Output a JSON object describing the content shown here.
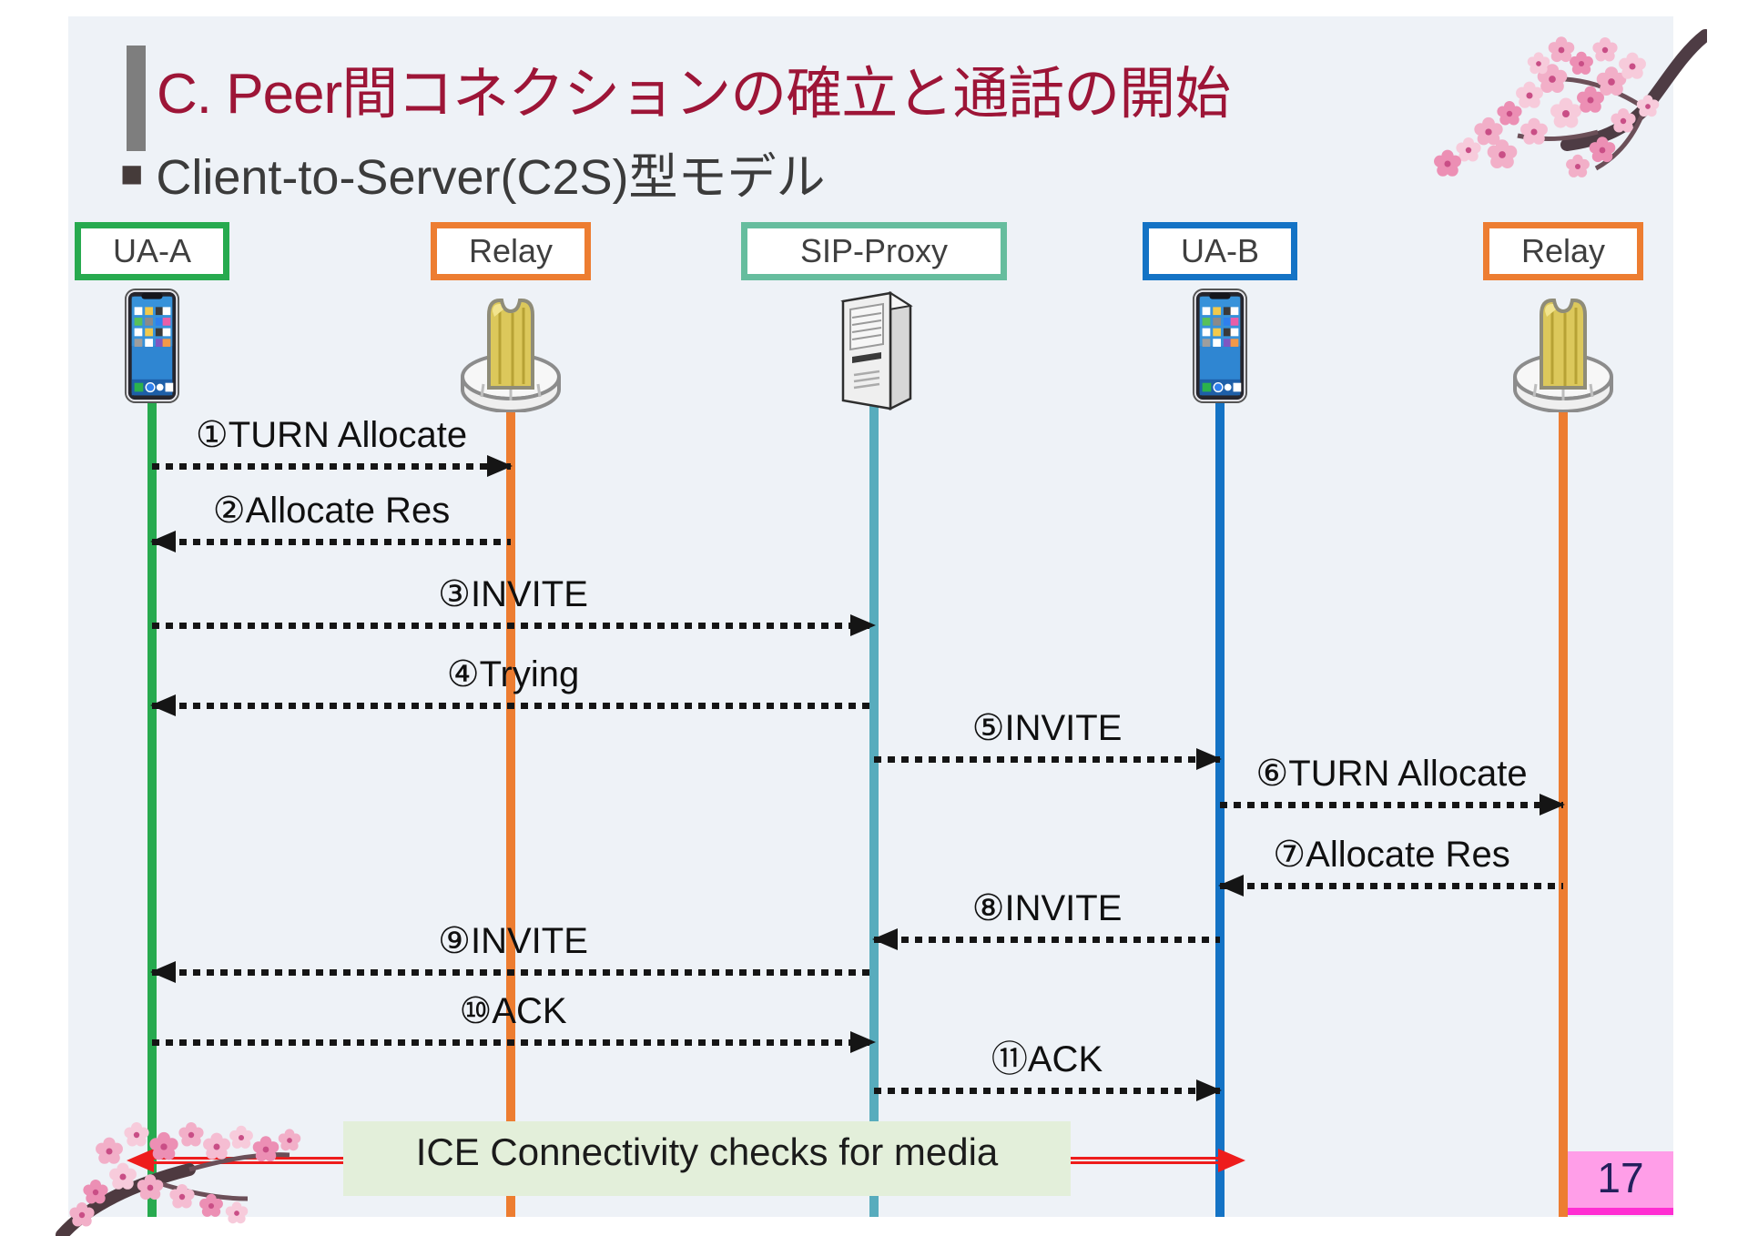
{
  "slide": {
    "title": "C. Peer間コネクションの確立と通話の開始",
    "subtitle_bullet": "■",
    "subtitle": "Client-to-Server(C2S)型モデル",
    "page_number": "17"
  },
  "palette": {
    "slide_background": "#EEF2F7",
    "title_color": "#9D1537",
    "accent_bar": "#7E7E7E",
    "ua_a_green": "#27AA4F",
    "relay_orange": "#ED7D31",
    "sip_proxy_box_teal": "#66BD9E",
    "sip_proxy_line_teal": "#58ACBD",
    "ua_b_blue": "#1473C5",
    "message_arrow": "#151515",
    "ice_arrow_red": "#EE1C1C",
    "ice_box_bg": "#E3EFDA",
    "page_box_bg": "#FF9EE8",
    "page_box_strip": "#FF2ED2"
  },
  "lifelines": [
    {
      "label": "UA-A",
      "icon": "smartphone-icon"
    },
    {
      "label": "Relay",
      "icon": "relay-icon"
    },
    {
      "label": "SIP-Proxy",
      "icon": "server-icon"
    },
    {
      "label": "UA-B",
      "icon": "smartphone-icon"
    },
    {
      "label": "Relay",
      "icon": "relay-icon"
    }
  ],
  "messages": [
    {
      "label": "①TURN Allocate",
      "from": "UA-A",
      "to": "Relay-left"
    },
    {
      "label": "②Allocate Res",
      "from": "Relay-left",
      "to": "UA-A"
    },
    {
      "label": "③INVITE",
      "from": "UA-A",
      "to": "SIP-Proxy"
    },
    {
      "label": "④Trying",
      "from": "SIP-Proxy",
      "to": "UA-A"
    },
    {
      "label": "⑤INVITE",
      "from": "SIP-Proxy",
      "to": "UA-B"
    },
    {
      "label": "⑥TURN Allocate",
      "from": "UA-B",
      "to": "Relay-right"
    },
    {
      "label": "⑦Allocate Res",
      "from": "Relay-right",
      "to": "UA-B"
    },
    {
      "label": "⑧INVITE",
      "from": "UA-B",
      "to": "SIP-Proxy"
    },
    {
      "label": "⑨INVITE",
      "from": "SIP-Proxy",
      "to": "UA-A"
    },
    {
      "label": "⑩ACK",
      "from": "UA-A",
      "to": "SIP-Proxy"
    },
    {
      "label": "⑪ACK",
      "from": "SIP-Proxy",
      "to": "UA-B"
    }
  ],
  "ice_check": {
    "label": "ICE Connectivity checks for media"
  }
}
